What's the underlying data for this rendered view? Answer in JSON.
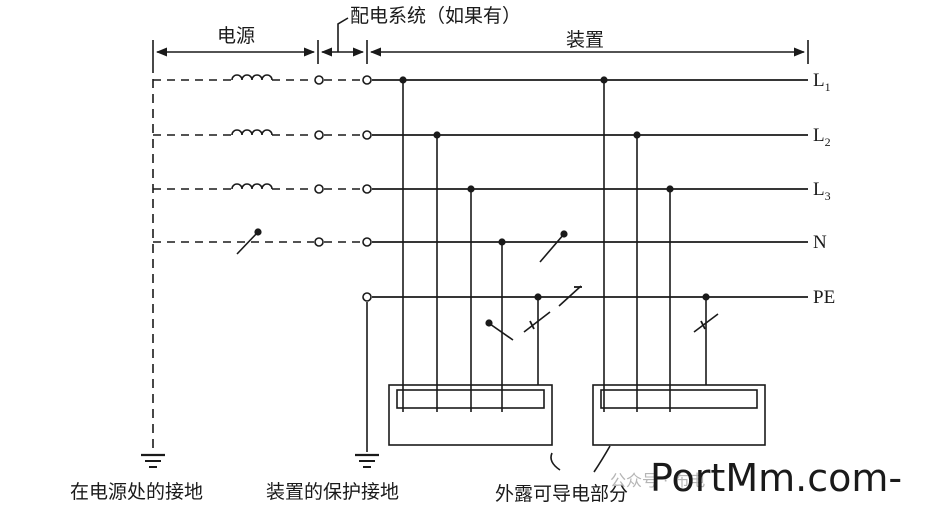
{
  "labels": {
    "power_source": "电源",
    "distribution_system": "配电系统（如果有）",
    "installation": "装置",
    "source_earthing": "在电源处的接地",
    "installation_protective_earthing": "装置的保护接地",
    "exposed_conductive_parts": "外露可导电部分"
  },
  "conductors": {
    "l1": {
      "base": "L",
      "sub": "1"
    },
    "l2": {
      "base": "L",
      "sub": "2"
    },
    "l3": {
      "base": "L",
      "sub": "3"
    },
    "n": "N",
    "pe": "PE"
  },
  "watermark": {
    "main": "PortMm.com-",
    "faint": "公众号 · 布电"
  },
  "colors": {
    "ink": "#1a1a1a",
    "paper": "#ffffff",
    "watermark_faint": "#b5b5b5"
  }
}
